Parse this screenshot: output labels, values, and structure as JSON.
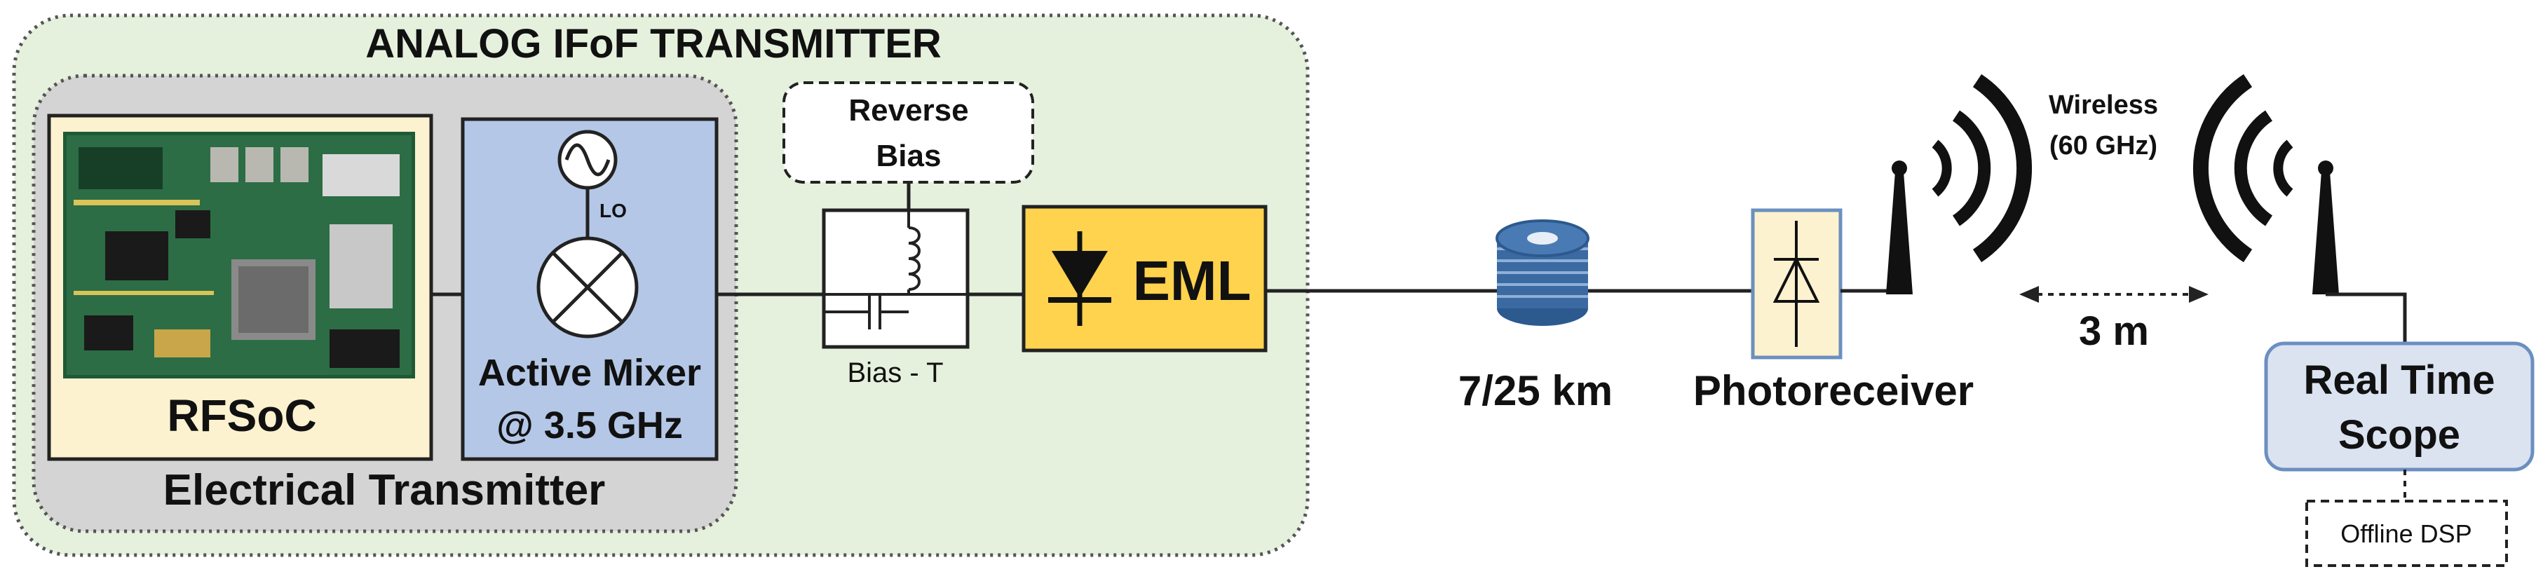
{
  "analog_transmitter": {
    "title": "ANALOG IFoF TRANSMITTER"
  },
  "electrical_transmitter": {
    "label": "Electrical Transmitter"
  },
  "rfsoc": {
    "label": "RFSoC"
  },
  "mixer": {
    "line1": "Active Mixer",
    "line2": "@ 3.5 GHz",
    "lo_label": "LO"
  },
  "reverse_bias": {
    "line1": "Reverse",
    "line2": "Bias"
  },
  "bias_t": {
    "label": "Bias - T"
  },
  "eml": {
    "label": "EML"
  },
  "fiber": {
    "label": "7/25 km"
  },
  "photoreceiver": {
    "label": "Photoreceiver"
  },
  "wireless": {
    "line1": "Wireless",
    "line2": "(60 GHz)",
    "distance": "3 m"
  },
  "scope": {
    "line1": "Real Time",
    "line2": "Scope"
  },
  "offline_dsp": {
    "label": "Offline DSP"
  },
  "colors": {
    "analog_bg": "#e6f1dd",
    "electrical_bg": "#d4d4d4",
    "rfsoc_bg": "#fdf2cf",
    "mixer_bg": "#b4c7e7",
    "eml_bg": "#ffd34d",
    "photoreceiver_bg": "#fdf2cf",
    "scope_bg": "#dbe3f1",
    "fiber_spool": "#3b6aa3"
  }
}
